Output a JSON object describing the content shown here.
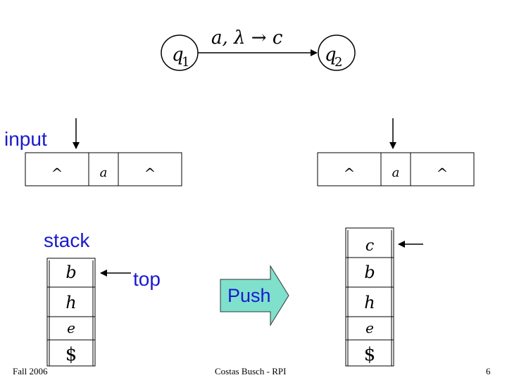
{
  "transition": {
    "from_state": "q",
    "from_sub": "1",
    "to_state": "q",
    "to_sub": "2",
    "label": "a, λ → c"
  },
  "labels": {
    "input": "input",
    "stack": "stack",
    "top": "top",
    "push": "Push"
  },
  "input_tape_before": [
    "^",
    "a",
    "^"
  ],
  "input_tape_after": [
    "^",
    "a",
    "^"
  ],
  "stack_before": [
    "b",
    "h",
    "e",
    "$"
  ],
  "stack_after": [
    "c",
    "b",
    "h",
    "e",
    "$"
  ],
  "footer": {
    "left": "Fall 2006",
    "center": "Costas Busch - RPI",
    "right": "6"
  },
  "colors": {
    "label_blue": "#1a1acd",
    "push_fill": "#7fe0cc"
  }
}
